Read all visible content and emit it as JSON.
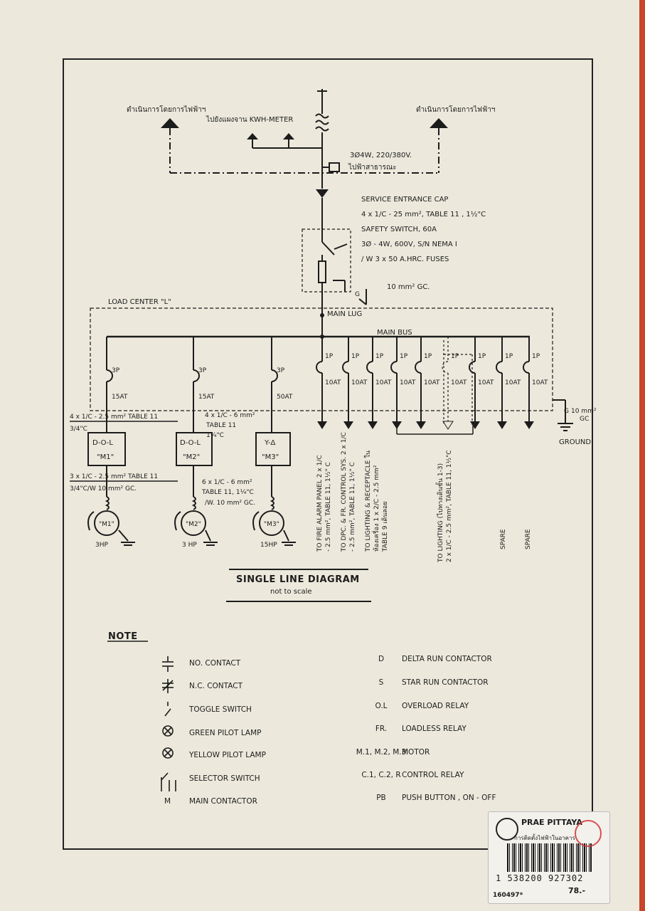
{
  "top": {
    "left_label": "ดำเนินการโดยการไฟฟ้าฯ",
    "meter_label": "ไปยังแผงจาน KWH-METER",
    "right_label": "ดำเนินการโดยการไฟฟ้าฯ",
    "supply": "3Ø4W, 220/380V.",
    "supply_note": "ไปฟ้าสาธารณะ"
  },
  "service": {
    "entrance_cap": "SERVICE ENTRANCE CAP",
    "cable": "4 x 1/C - 25 mm², TABLE 11 , 1½\"C",
    "switch": "SAFETY SWITCH, 60A",
    "switch_spec": "3Ø - 4W, 600V, S/N NEMA I",
    "fuses": "/ W 3 x 50 A.HRC. FUSES",
    "ground_wire": "10 mm² GC.",
    "g": "G"
  },
  "load_center": {
    "label": "LOAD CENTER \"L\"",
    "main_lug": "MAIN LUG",
    "main_bus": "MAIN BUS"
  },
  "motor_breakers": [
    {
      "poles": "3P",
      "rating": "15AT"
    },
    {
      "poles": "3P",
      "rating": "15AT"
    },
    {
      "poles": "3P",
      "rating": "50AT"
    }
  ],
  "branches": [
    {
      "poles": "1P",
      "rating": "10AT"
    },
    {
      "poles": "1P",
      "rating": "10AT"
    },
    {
      "poles": "1P",
      "rating": "10AT"
    },
    {
      "poles": "1P",
      "rating": "10AT"
    },
    {
      "poles": "1P",
      "rating": "10AT"
    },
    {
      "poles": "1P",
      "rating": "10AT"
    },
    {
      "poles": "1P",
      "rating": "10AT"
    },
    {
      "poles": "1P",
      "rating": "10AT"
    },
    {
      "poles": "1P",
      "rating": "10AT"
    }
  ],
  "motors": [
    {
      "feeder1": "4 x 1/C - 2.5 mm² TABLE 11",
      "feeder1b": "3/4\"C",
      "starter": "D-O-L",
      "name": "\"M1\"",
      "feeder2": "3 x 1/C - 2.5 mm² TABLE 11",
      "feeder2b": "3/4\"C/W 10 mm² GC.",
      "motor": "\"M1\"",
      "hp": "3HP"
    },
    {
      "feeder1": "4 x 1/C - 6 mm²",
      "feeder1b": "TABLE 11",
      "feeder1c": "1¼\"C",
      "starter": "D-O-L",
      "name": "\"M2\"",
      "feeder2": "6 x 1/C - 6 mm²",
      "feeder2b": "TABLE 11, 1¼\"C",
      "feeder2c": "/W. 10 mm² GC.",
      "motor": "\"M2\"",
      "hp": "3 HP"
    },
    {
      "starter": "Y-Δ",
      "name": "\"M3\"",
      "motor": "\"M3\"",
      "hp": "15HP"
    }
  ],
  "feeders": [
    {
      "line1": "TO FIRE ALARM PANEL 2 x 1/C",
      "line2": "- 2.5 mm², TABLE 11, 1½\" C"
    },
    {
      "line1": "TO DPC. & FR. CONTROL SYS. 2 x 1/C",
      "line2": "- 2.5 mm², TABLE 11, 1½\" C"
    },
    {
      "line1": "TO LIGHTING & RECEPTACLE ใน",
      "line2": "ห้องเครื่อง 1 x 2/C - 2.5 mm²",
      "line3": "TABLE 9 เดินลอย"
    },
    {
      "line1": "TO LIGHTING (ไปทางเดินชั้น 1-3)",
      "line2": "2 x 1/C - 2.5 mm², TABLE 11, 1½\"C"
    },
    {
      "line1": "SPARE"
    },
    {
      "line1": "SPARE"
    }
  ],
  "ground": {
    "g": "G",
    "wire": "10 mm²",
    "wire2": "GC",
    "label": "GROUND"
  },
  "title": {
    "main": "SINGLE LINE DIAGRAM",
    "sub": "not to scale"
  },
  "note": {
    "heading": "NOTE",
    "left": [
      {
        "symbol": "no-contact-icon",
        "label": "NO. CONTACT"
      },
      {
        "symbol": "nc-contact-icon",
        "label": "N.C. CONTACT"
      },
      {
        "symbol": "toggle-switch-icon",
        "label": "TOGGLE SWITCH"
      },
      {
        "symbol": "green-pilot-lamp-icon",
        "label": "GREEN PILOT LAMP"
      },
      {
        "symbol": "yellow-pilot-lamp-icon",
        "label": "YELLOW PILOT LAMP"
      },
      {
        "symbol": "selector-switch-icon",
        "label": "SELECTOR SWITCH"
      },
      {
        "code": "M",
        "label": "MAIN CONTACTOR"
      }
    ],
    "right": [
      {
        "code": "D",
        "label": "DELTA RUN CONTACTOR"
      },
      {
        "code": "S",
        "label": "STAR RUN CONTACTOR"
      },
      {
        "code": "O.L",
        "label": "OVERLOAD RELAY"
      },
      {
        "code": "FR.",
        "label": "LOADLESS RELAY"
      },
      {
        "code": "M.1, M.2, M.3",
        "label": "MOTOR"
      },
      {
        "code": "C.1, C.2, R",
        "label": "CONTROL RELAY"
      },
      {
        "code": "PB",
        "label": "PUSH BUTTON , ON - OFF"
      }
    ]
  },
  "sticker": {
    "brand": "PRAE PITTAYA",
    "sub": "การติดตั้งไฟฟ้าในอาคาร",
    "code": "1 538200 927302",
    "price": "78.-",
    "id": "160497*"
  }
}
